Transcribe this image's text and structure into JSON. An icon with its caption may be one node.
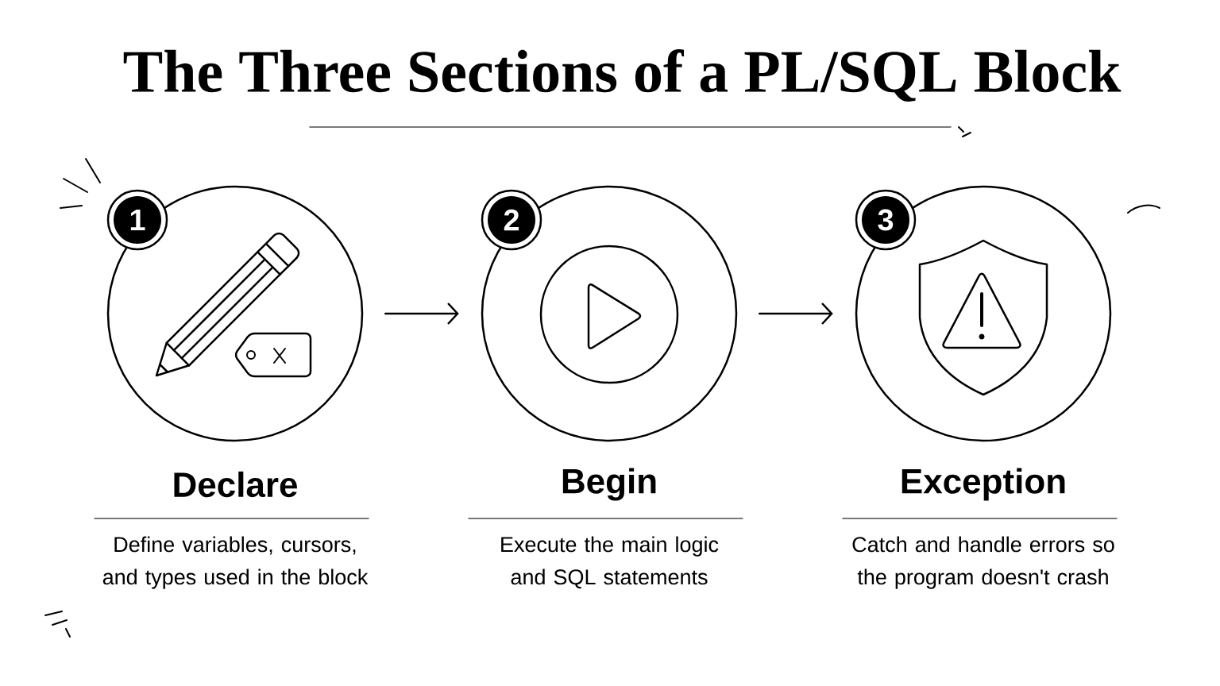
{
  "diagram": {
    "title": "The Three Sections of a PL/SQL Block",
    "nodes": [
      {
        "text": [],
        "shape": "circle",
        "beside": [
          "1",
          "Declare",
          "Define variables, cursors, and types used in the block"
        ]
      },
      {
        "text": [],
        "shape": "circle",
        "beside": [
          "2",
          "Begin",
          "Execute the main logic and SQL statements"
        ]
      },
      {
        "text": [],
        "shape": "circle",
        "beside": [
          "3",
          "Exception",
          "Catch and handle errors so the program doesn't crash"
        ]
      }
    ],
    "edges": [
      {
        "from": 0,
        "to": 1,
        "arrow": "to"
      },
      {
        "from": 1,
        "to": 2,
        "arrow": "to"
      }
    ]
  }
}
